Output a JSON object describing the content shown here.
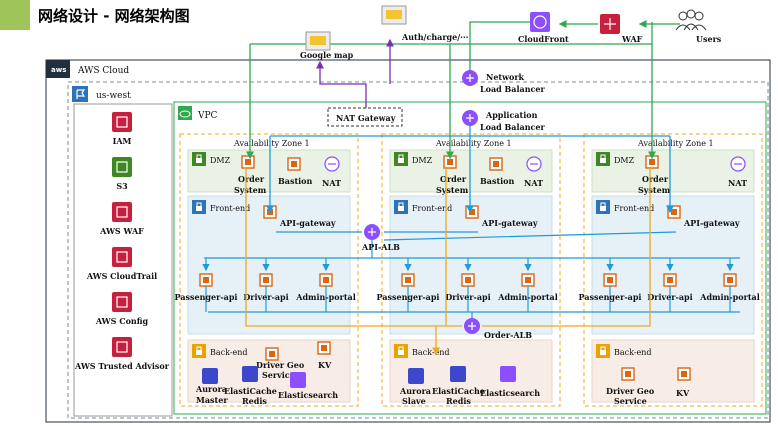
{
  "title": "网络设计 - 网络架构图",
  "top": {
    "google_map": "Google map",
    "auth_charge": "Auth/charge/···",
    "cloudfront": "CloudFront",
    "waf": "WAF",
    "users": "Users",
    "nlb_line1": "Network",
    "nlb_line2": "Load Balancer",
    "alb_line1": "Application",
    "alb_line2": "Load Balancer",
    "nat_gateway": "NAT Gateway"
  },
  "aws_cloud": "AWS Cloud",
  "region": "us-west",
  "vpc": "VPC",
  "services": [
    "IAM",
    "S3",
    "AWS WAF",
    "AWS CloudTrail",
    "AWS Config",
    "AWS Trusted Advisor"
  ],
  "zone_label": "Availability Zone 1",
  "dmz": "DMZ",
  "frontend": "Front-end",
  "backend": "Back-end",
  "order_line1": "Order",
  "order_line2": "System",
  "bastion": "Bastion",
  "nat": "NAT",
  "api_gateway": "API-gateway",
  "api_alb": "API-ALB",
  "passenger_api": "Passenger-api",
  "driver_api": "Driver-api",
  "admin_portal": "Admin-portal",
  "order_alb": "Order-ALB",
  "driver_geo_line1": "Driver Geo",
  "driver_geo_line2": "Service",
  "kv": "KV",
  "aurora_master_line1": "Aurora",
  "aurora_master_line2": "Master",
  "aurora_slave_line1": "Aurora",
  "aurora_slave_line2": "Slave",
  "elasticache_line1": "ElastiCache",
  "elasticache_line2": "Redis",
  "elasticsearch": "Elasticsearch",
  "colors": {
    "green_line": "#2fa84f",
    "blue_line": "#1f9bd7",
    "orange_line": "#f0a81c",
    "purple_line": "#7b2fb0",
    "dmz_bg": "#e9f2e4",
    "frontend_bg": "#e6f0f7",
    "backend_bg": "#f8ece6",
    "aws_orange": "#d86613",
    "aws_red": "#c7203f"
  }
}
